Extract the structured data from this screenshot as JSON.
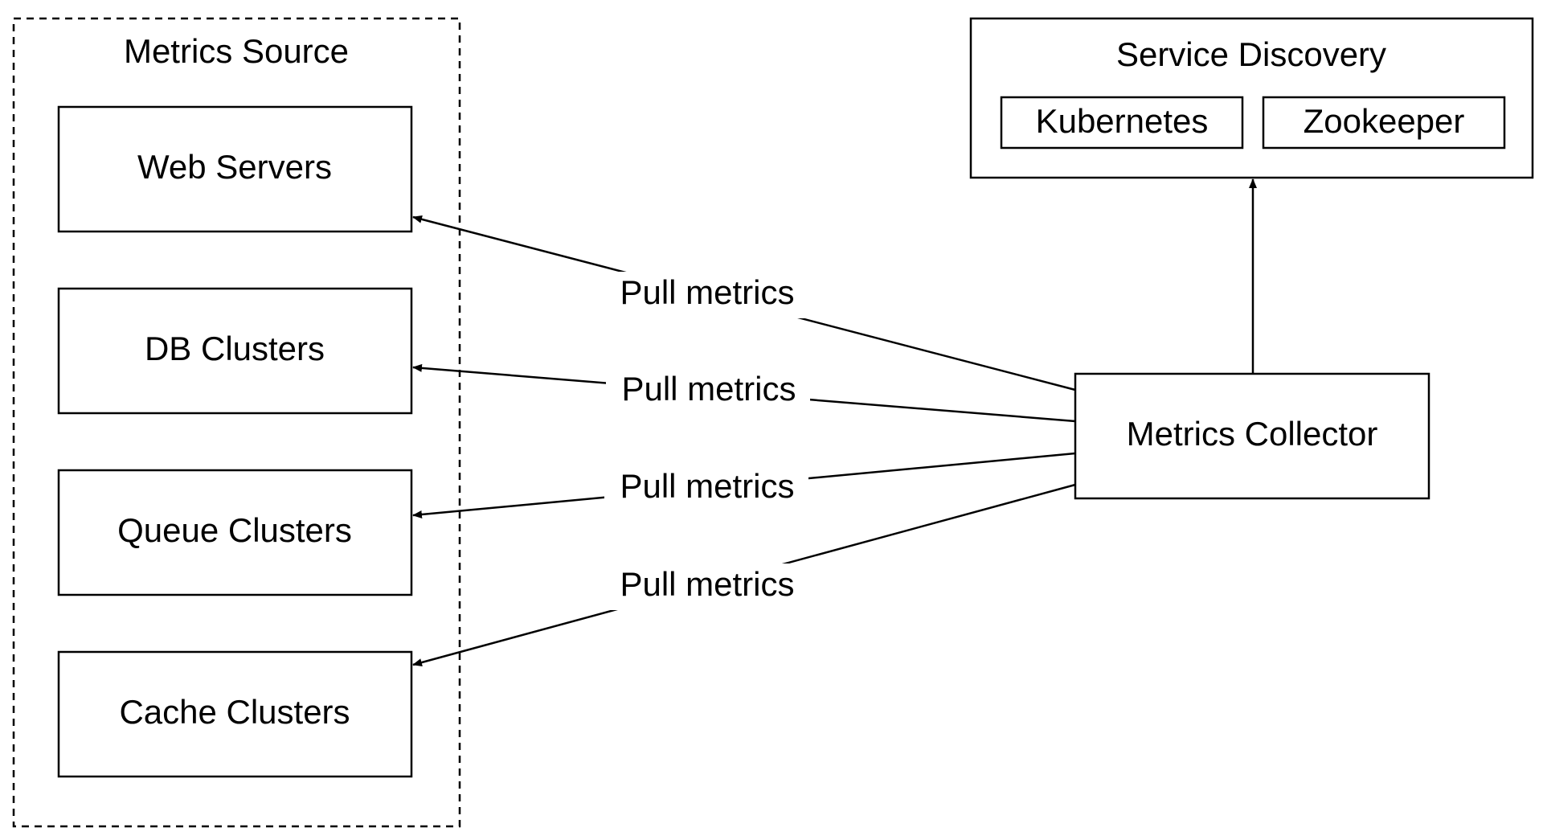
{
  "metrics_source": {
    "title": "Metrics Source",
    "items": [
      {
        "id": "web",
        "label": "Web Servers"
      },
      {
        "id": "db",
        "label": "DB Clusters"
      },
      {
        "id": "queue",
        "label": "Queue Clusters"
      },
      {
        "id": "cache",
        "label": "Cache Clusters"
      }
    ]
  },
  "service_discovery": {
    "title": "Service Discovery",
    "items": [
      {
        "id": "kubernetes",
        "label": "Kubernetes"
      },
      {
        "id": "zookeeper",
        "label": "Zookeeper"
      }
    ]
  },
  "collector": {
    "label": "Metrics Collector"
  },
  "edges": [
    {
      "from": "collector",
      "to": "web",
      "label": "Pull metrics"
    },
    {
      "from": "collector",
      "to": "db",
      "label": "Pull metrics"
    },
    {
      "from": "collector",
      "to": "queue",
      "label": "Pull metrics"
    },
    {
      "from": "collector",
      "to": "cache",
      "label": "Pull metrics"
    },
    {
      "from": "collector",
      "to": "service_discovery",
      "label": ""
    }
  ]
}
